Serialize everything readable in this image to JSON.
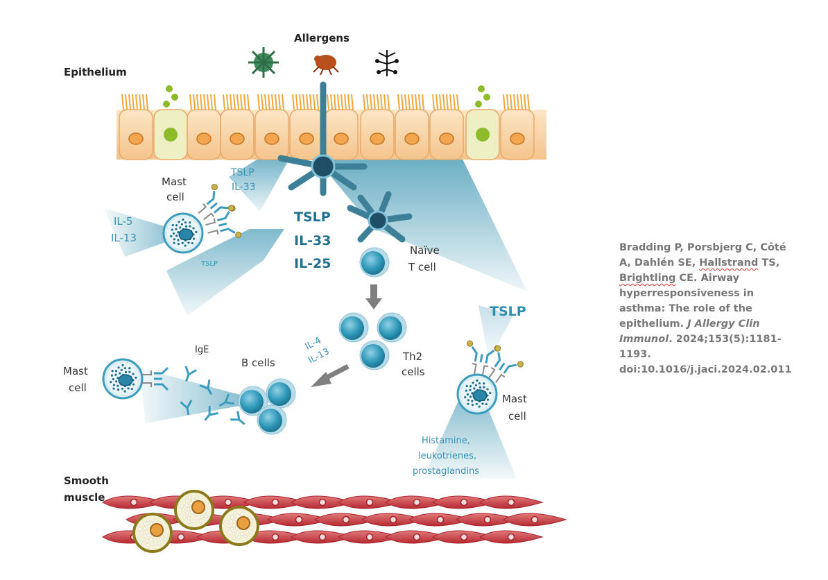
{
  "labels": {
    "allergens": "Allergens",
    "epithelium": "Epithelium",
    "tslp_top": "TSLP",
    "il33_top": "IL-33",
    "mast_cell_top_1": "Mast",
    "mast_cell_top_2": "cell",
    "il5": "IL-5",
    "il13_left": "IL-13",
    "tslp_small": "TSLP",
    "tslp_center": "TSLP",
    "il33_center": "IL-33",
    "il25_center": "IL-25",
    "naive_1": "Naïve",
    "naive_2": "T cell",
    "tslp_right": "TSLP",
    "il4": "IL-4",
    "il13_mid": "IL-13",
    "th2_1": "Th2",
    "th2_2": "cells",
    "ige": "IgE",
    "b_cells": "B cells",
    "mast_cell_left_1": "Mast",
    "mast_cell_left_2": "cell",
    "mast_cell_right_1": "Mast",
    "mast_cell_right_2": "cell",
    "histamine_1": "Histamine,",
    "histamine_2": "leukotrienes,",
    "histamine_3": "prostaglandins",
    "smooth_1": "Smooth",
    "smooth_2": "muscle"
  },
  "citation": {
    "authors_1": "Bradding P, Porsbjerg C, Côté",
    "authors_2a": "A, Dahlén SE, ",
    "authors_2b": "Hallstrand",
    "authors_2c": " TS,",
    "authors_3a": "Brightling",
    "authors_3b": " CE. Airway",
    "title_1": "hyperresponsiveness in",
    "title_2": "asthma: The role of the",
    "title_3": "epithelium. ",
    "journal_1": "J Allergy Clin",
    "journal_2": "Immunol",
    "ref_1": ". 2024;153(5):1181-",
    "ref_2": "1193.",
    "doi": "doi:10.1016/j.jaci.2024.02.011"
  },
  "colors": {
    "teal": "#3a93b3",
    "teal_dark": "#1f5f7f",
    "epithelium": "#f7d3a8",
    "nucleus": "#f2a650",
    "goblet": "#8dbb2a",
    "muscle": "#c9373e",
    "citation_text": "#777777"
  }
}
